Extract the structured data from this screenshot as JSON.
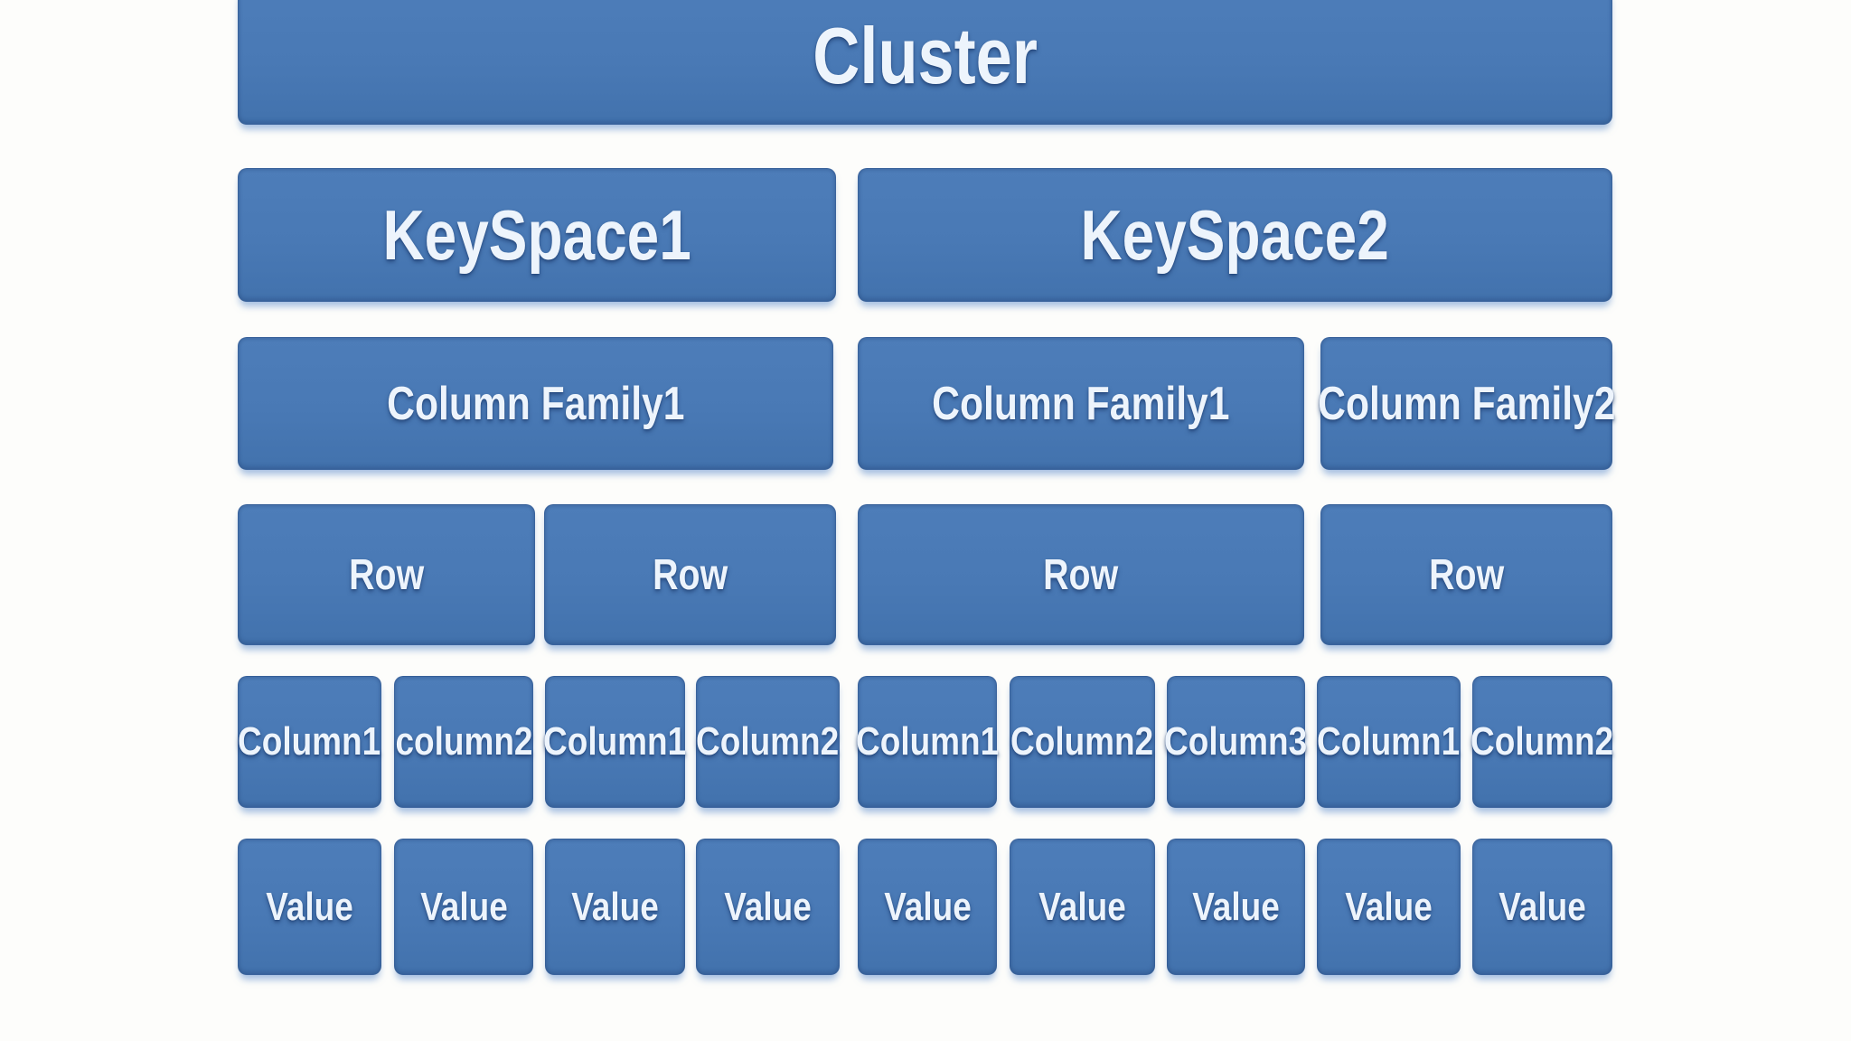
{
  "colors": {
    "box_fill": "#4979b5",
    "box_fill_top": "#4d7db9",
    "box_fill_bottom": "#4272ad",
    "box_border": "#2d5087",
    "label_text": "#edf4fc",
    "background": "#fdfdfb"
  },
  "cluster": {
    "label": "Cluster"
  },
  "keyspaces": [
    {
      "label": "KeySpace1",
      "column_families": [
        {
          "label": "Column Family1",
          "rows": [
            {
              "label": "Row",
              "columns": [
                {
                  "label": "Column1",
                  "value": "Value"
                },
                {
                  "label": "column2",
                  "value": "Value"
                }
              ]
            },
            {
              "label": "Row",
              "columns": [
                {
                  "label": "Column1",
                  "value": "Value"
                },
                {
                  "label": "Column2",
                  "value": "Value"
                }
              ]
            }
          ]
        }
      ]
    },
    {
      "label": "KeySpace2",
      "column_families": [
        {
          "label": "Column Family1",
          "rows": [
            {
              "label": "Row",
              "columns": [
                {
                  "label": "Column1",
                  "value": "Value"
                },
                {
                  "label": "Column2",
                  "value": "Value"
                },
                {
                  "label": "Column3",
                  "value": "Value"
                }
              ]
            }
          ]
        },
        {
          "label": "Column Family2",
          "rows": [
            {
              "label": "Row",
              "columns": [
                {
                  "label": "Column1",
                  "value": "Value"
                },
                {
                  "label": "Column2",
                  "value": "Value"
                }
              ]
            }
          ]
        }
      ]
    }
  ]
}
